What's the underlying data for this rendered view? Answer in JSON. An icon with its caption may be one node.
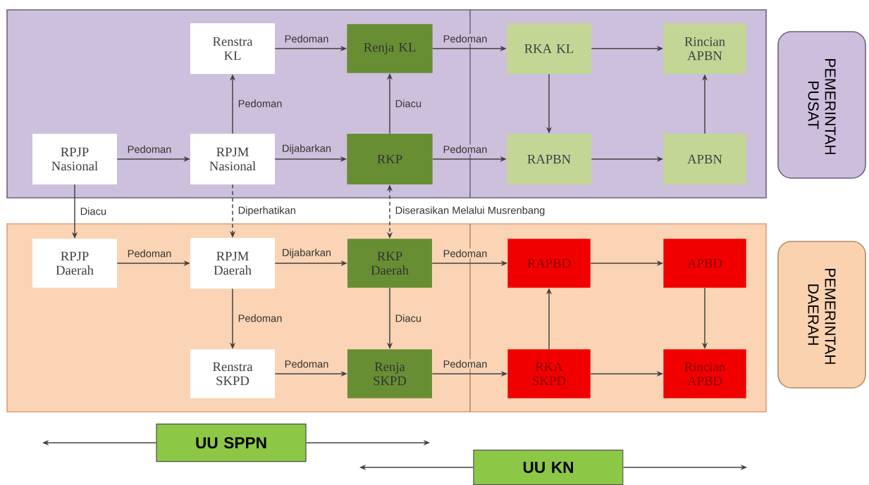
{
  "diagram": {
    "nodes": [
      {
        "text": [
          "Renstra KL"
        ]
      },
      {
        "text": [
          "Renja KL"
        ]
      },
      {
        "text": [
          "RKA KL"
        ]
      },
      {
        "text": [
          "Rincian APBN"
        ]
      },
      {
        "text": [
          "RPJP Nasional"
        ]
      },
      {
        "text": [
          "RPJM Nasional"
        ]
      },
      {
        "text": [
          "RKP"
        ]
      },
      {
        "text": [
          "RAPBN"
        ]
      },
      {
        "text": [
          "APBN"
        ]
      },
      {
        "text": [
          "PEMERINTAH PUSAT"
        ]
      },
      {
        "text": [
          "RPJP Daerah"
        ]
      },
      {
        "text": [
          "RPJM Daerah"
        ]
      },
      {
        "text": [
          "RKP Daerah"
        ]
      },
      {
        "text": [
          "RAPBD"
        ]
      },
      {
        "text": [
          "APBD"
        ]
      },
      {
        "text": [
          "Renstra SKPD"
        ]
      },
      {
        "text": [
          "Renja SKPD"
        ]
      },
      {
        "text": [
          "RKA SKPD"
        ]
      },
      {
        "text": [
          "Rincian APBD"
        ]
      },
      {
        "text": [
          "PEMERINTAH DAERAH"
        ]
      },
      {
        "text": [
          "UU SPPN"
        ]
      },
      {
        "text": [
          "UU KN"
        ]
      }
    ],
    "edges": [
      {
        "from": 0,
        "to": 1,
        "arrow": "to",
        "label": "Pedoman"
      },
      {
        "from": 1,
        "to": 2,
        "arrow": "to",
        "label": "Pedoman"
      },
      {
        "from": 2,
        "to": 3,
        "arrow": "to"
      },
      {
        "from": 5,
        "to": 0,
        "arrow": "to",
        "label": "Pedoman"
      },
      {
        "from": 6,
        "to": 1,
        "arrow": "to",
        "label": "Diacu"
      },
      {
        "from": 2,
        "to": 7,
        "arrow": "to"
      },
      {
        "from": 8,
        "to": 3,
        "arrow": "to"
      },
      {
        "from": 4,
        "to": 5,
        "arrow": "to",
        "label": "Pedoman"
      },
      {
        "from": 5,
        "to": 6,
        "arrow": "to",
        "label": "Dijabarkan"
      },
      {
        "from": 6,
        "to": 7,
        "arrow": "to",
        "label": "Pedoman"
      },
      {
        "from": 7,
        "to": 8,
        "arrow": "to"
      },
      {
        "from": 4,
        "to": 10,
        "arrow": "to",
        "label": "Diacu"
      },
      {
        "from": 5,
        "to": 11,
        "arrow": "to",
        "label": "Diperhatikan",
        "style": "dashed"
      },
      {
        "from": 6,
        "to": 12,
        "arrow": "both",
        "label": "Diserasikan Melalui Musrenbang",
        "style": "dashed"
      },
      {
        "from": 10,
        "to": 11,
        "arrow": "to",
        "label": "Pedoman"
      },
      {
        "from": 11,
        "to": 12,
        "arrow": "to",
        "label": "Dijabarkan"
      },
      {
        "from": 12,
        "to": 13,
        "arrow": "to",
        "label": "Pedoman"
      },
      {
        "from": 13,
        "to": 14,
        "arrow": "to"
      },
      {
        "from": 11,
        "to": 15,
        "arrow": "to",
        "label": "Pedoman"
      },
      {
        "from": 12,
        "to": 16,
        "arrow": "to",
        "label": "Diacu"
      },
      {
        "from": 17,
        "to": 13,
        "arrow": "to"
      },
      {
        "from": 14,
        "to": 18,
        "arrow": "to"
      },
      {
        "from": 15,
        "to": 16,
        "arrow": "to",
        "label": "Pedoman"
      },
      {
        "from": 16,
        "to": 17,
        "arrow": "to",
        "label": "Pedoman"
      },
      {
        "from": 17,
        "to": 18,
        "arrow": "to"
      },
      {
        "from": 20,
        "to": null,
        "arrow": "to"
      },
      {
        "from": 20,
        "to": null,
        "arrow": "to"
      },
      {
        "from": 21,
        "to": null,
        "arrow": "to"
      },
      {
        "from": 21,
        "to": null,
        "arrow": "to"
      }
    ]
  }
}
